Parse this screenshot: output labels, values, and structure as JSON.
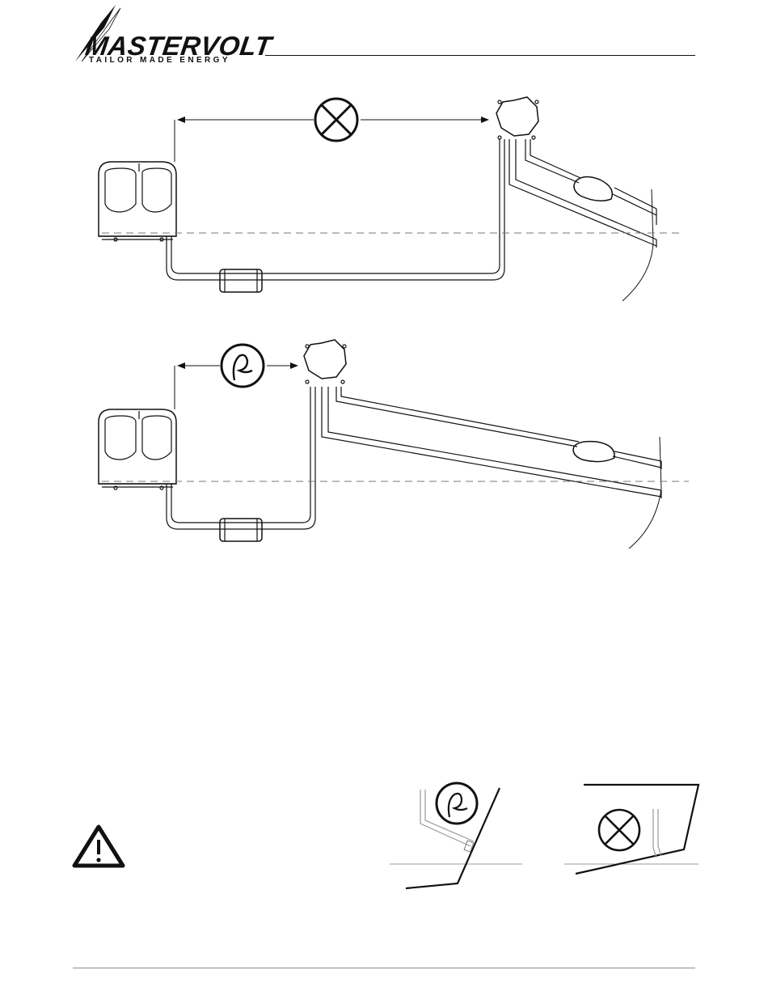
{
  "header": {
    "brand_name": "MASTERVOLT",
    "tagline": "TAILOR MADE ENERGY"
  },
  "diagrams": {
    "top": {
      "verdict": "incorrect",
      "verdict_icon": "crossed-circle-icon"
    },
    "middle": {
      "verdict": "correct",
      "verdict_icon": "ok-hand-icon"
    },
    "bottom_left": {
      "verdict": "correct",
      "verdict_icon": "ok-hand-icon"
    },
    "bottom_right": {
      "verdict": "incorrect",
      "verdict_icon": "crossed-circle-icon"
    }
  },
  "warning": {
    "icon": "warning-triangle-icon"
  },
  "colors": {
    "line": "#111111",
    "hose": "#222222",
    "dashed": "#777777",
    "rule": "#8a8a8a"
  }
}
